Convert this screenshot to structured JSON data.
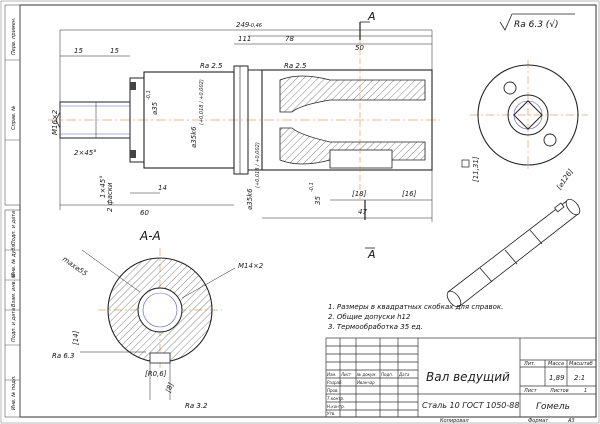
{
  "drawing": {
    "roughness": "Ra 6.3 (√)",
    "notes": [
      "1. Размеры в квадратных скобках для справок.",
      "2. Общие допуски h12",
      "3. Термообработка 35 ед."
    ]
  },
  "dims": {
    "overall": "249",
    "overall_tol": "-0,46",
    "d111": "111",
    "d78": "78",
    "d50": "50",
    "d15a": "15",
    "d15b": "15",
    "m16": "M16×2",
    "chamfer1": "2×45°",
    "chamfer2": "1×45°",
    "chamfer_note": "2 фаски",
    "d60": "60",
    "d14": "14",
    "d35a": "⌀35",
    "d35a_tol": "-0,1",
    "d35k6": "⌀35k6",
    "d35k6_tol": "(+0,018 / +0,002)",
    "d35k6b": "⌀35k6",
    "d35k6b_tol": "(+0,018 / +0,002)",
    "d35b": "35",
    "d35b_tol": "-0,1",
    "d18": "[18]",
    "d16": "[16]",
    "d47": "47",
    "ra25a": "Ra 2.5",
    "ra25b": "Ra 2.5",
    "d1131": "[11,31]",
    "d126": "[⌀126]"
  },
  "section": {
    "label_a1": "А",
    "label_a2": "А",
    "title": "А-А",
    "max": "max⌀55",
    "m14": "M14×2",
    "d14": "[14]",
    "ra63": "Ra 6.3",
    "r06": "[R0,6]",
    "d8": "[8]",
    "ra32": "Ra 3.2"
  },
  "side_strip": {
    "labels": [
      "Перв. примен.",
      "Справ. №",
      "Подп. и дата",
      "Инв. № дубл.",
      "Взам. инв. №",
      "Подп. и дата",
      "Инв. № подл."
    ]
  },
  "title_block": {
    "name": "Вал ведущий",
    "material": "Сталь 10  ГОСТ 1050-88",
    "org": "Гомель",
    "lit_header": "Лит.",
    "mass_header": "Масса",
    "scale_header": "Масштаб",
    "mass": "1,89",
    "scale": "2:1",
    "sheet_label": "Лист",
    "sheets_label": "Листов",
    "sheets": "1",
    "row_labels": [
      "Изм.",
      "Лист",
      "№ докум.",
      "Подп.",
      "Дата"
    ],
    "roles": [
      "Разраб.",
      "Пров.",
      "Т.контр.",
      "",
      "Н.контр.",
      "Утв."
    ],
    "role_person": "Иванчар",
    "copied": "Копировал",
    "format": "Формат",
    "format_val": "А3"
  }
}
